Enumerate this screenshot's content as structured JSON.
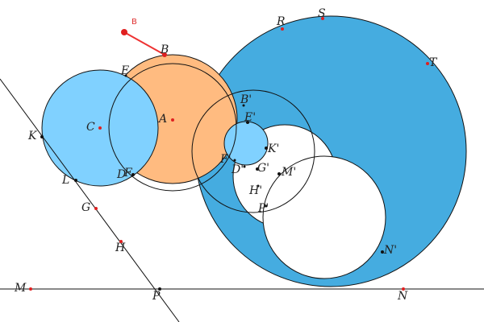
{
  "colors": {
    "big_circle": "#45ace0",
    "light_circle": "#80d1ff",
    "orange_circle": "#ffbb80",
    "white_circle": "#ffffff",
    "stroke": "#111111",
    "red_point": "#e02020",
    "segment": "#ee3333"
  },
  "labels": {
    "B_red": "B",
    "B": "B",
    "E": "E",
    "A": "A",
    "C": "C",
    "K": "K",
    "L": "L",
    "D": "D",
    "F": "F",
    "G": "G",
    "H": "H",
    "M": "M",
    "P": "P",
    "N": "N",
    "R": "R",
    "S": "S",
    "T": "T",
    "B_prime": "B'",
    "E_prime": "E'",
    "K_prime": "K'",
    "F_prime": "F'",
    "D_prime": "D'",
    "G_prime": "G'",
    "M_prime": "M'",
    "H_prime": "H'",
    "P_prime": "P'",
    "N_prime": "N'"
  }
}
